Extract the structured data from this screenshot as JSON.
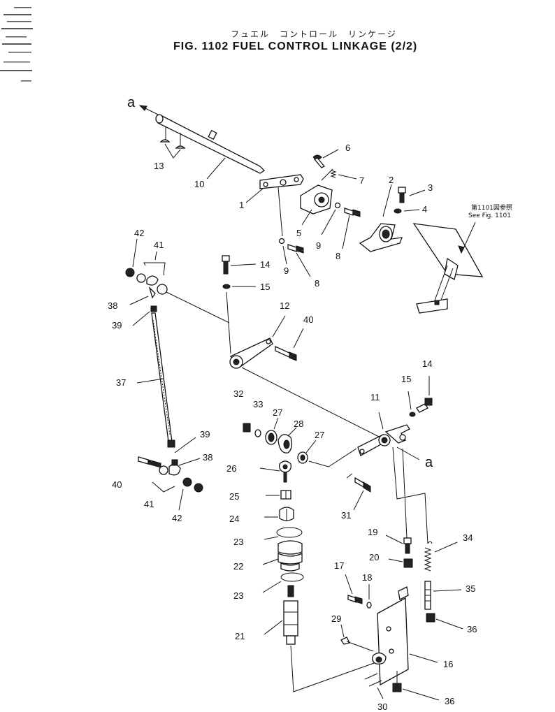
{
  "title": {
    "japanese": "フュエル　コントロール　リンケージ",
    "english": "FIG. 1102   FUEL  CONTROL  LINKAGE  (2/2)"
  },
  "reference_note": {
    "line1": "第1101図参照",
    "line2": "See Fig. 1101"
  },
  "direction_marks": {
    "top": "a",
    "right": "a"
  },
  "callouts": {
    "c1": "1",
    "c2": "2",
    "c3": "3",
    "c4": "4",
    "c5": "5",
    "c6": "6",
    "c7": "7",
    "c8a": "8",
    "c8b": "8",
    "c9a": "9",
    "c9b": "9",
    "c10": "10",
    "c11": "11",
    "c12": "12",
    "c13": "13",
    "c14a": "14",
    "c14b": "14",
    "c15a": "15",
    "c15b": "15",
    "c16": "16",
    "c17": "17",
    "c18": "18",
    "c19": "19",
    "c20": "20",
    "c21": "21",
    "c22": "22",
    "c23a": "23",
    "c23b": "23",
    "c24": "24",
    "c25": "25",
    "c26": "26",
    "c27a": "27",
    "c27b": "27",
    "c28": "28",
    "c29": "29",
    "c30": "30",
    "c31": "31",
    "c32": "32",
    "c33": "33",
    "c34": "34",
    "c35": "35",
    "c36a": "36",
    "c36b": "36",
    "c37": "37",
    "c38a": "38",
    "c38b": "38",
    "c39a": "39",
    "c39b": "39",
    "c40a": "40",
    "c40b": "40",
    "c41a": "41",
    "c41b": "41",
    "c42a": "42",
    "c42b": "42"
  }
}
